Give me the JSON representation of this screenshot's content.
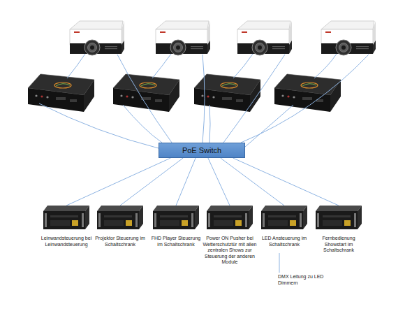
{
  "diagram": {
    "nodes": [
      {
        "text": [
          "PoE Switch"
        ]
      },
      {
        "text": [
          "Leinwandsteuerung bei Leinwandsteuerung"
        ]
      },
      {
        "text": [
          "Projektor Steuerung im Schaltschrank"
        ]
      },
      {
        "text": [
          "FHD Player Steuerung im Schaltschrank"
        ]
      },
      {
        "text": [
          "Power ON Pusher bei Wetterschutztür mit allen zentralen Shows zur Steuerung der anderen Module"
        ]
      },
      {
        "text": [
          "LED Ansteuerung im Schaltschrank"
        ]
      },
      {
        "text": [
          "Fernbedienung Showstart im Schaltschrank"
        ]
      }
    ],
    "edges": [
      {
        "from": 0,
        "to": 1,
        "arrow": "none"
      },
      {
        "from": 0,
        "to": 2,
        "arrow": "none"
      },
      {
        "from": 0,
        "to": 3,
        "arrow": "none"
      },
      {
        "from": 0,
        "to": 4,
        "arrow": "none"
      },
      {
        "from": 0,
        "to": 5,
        "arrow": "none"
      },
      {
        "from": 0,
        "to": 6,
        "arrow": "none"
      }
    ],
    "labels": [
      "DMX Leitung zu LED Dimmern"
    ]
  }
}
